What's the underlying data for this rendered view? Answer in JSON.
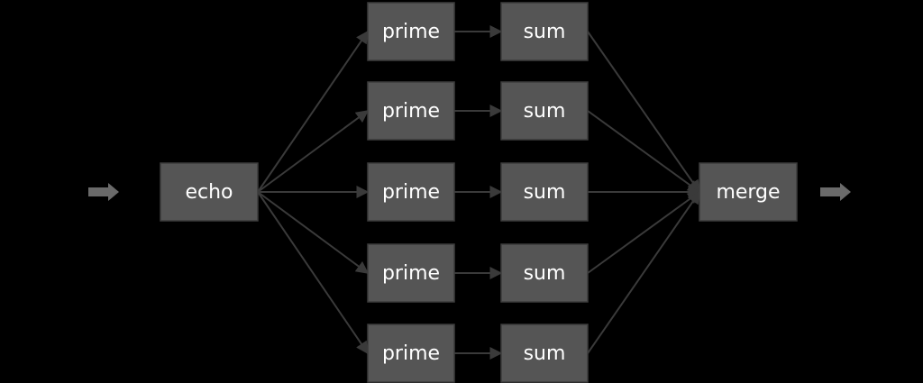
{
  "colors": {
    "background": "#000000",
    "node_fill": "#555555",
    "node_text": "#ffffff",
    "edge": "#3a3a3a",
    "io_arrow": "#6a6a6a"
  },
  "nodes": {
    "echo": "echo",
    "merge": "merge",
    "prime": [
      "prime",
      "prime",
      "prime",
      "prime",
      "prime"
    ],
    "sum": [
      "sum",
      "sum",
      "sum",
      "sum",
      "sum"
    ]
  },
  "edges": [
    {
      "from": "input",
      "to": "echo"
    },
    {
      "from": "echo",
      "to": "prime-1"
    },
    {
      "from": "echo",
      "to": "prime-2"
    },
    {
      "from": "echo",
      "to": "prime-3"
    },
    {
      "from": "echo",
      "to": "prime-4"
    },
    {
      "from": "echo",
      "to": "prime-5"
    },
    {
      "from": "prime-1",
      "to": "sum-1"
    },
    {
      "from": "prime-2",
      "to": "sum-2"
    },
    {
      "from": "prime-3",
      "to": "sum-3"
    },
    {
      "from": "prime-4",
      "to": "sum-4"
    },
    {
      "from": "prime-5",
      "to": "sum-5"
    },
    {
      "from": "sum-1",
      "to": "merge"
    },
    {
      "from": "sum-2",
      "to": "merge"
    },
    {
      "from": "sum-3",
      "to": "merge"
    },
    {
      "from": "sum-4",
      "to": "merge"
    },
    {
      "from": "sum-5",
      "to": "merge"
    },
    {
      "from": "merge",
      "to": "output"
    }
  ]
}
